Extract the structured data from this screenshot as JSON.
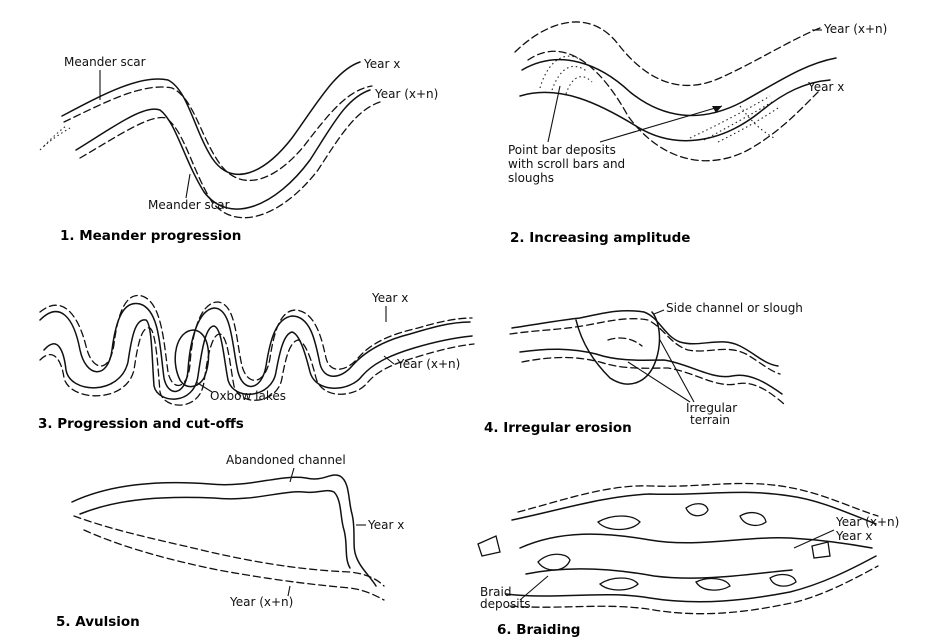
{
  "panels": [
    {
      "caption": "1. Meander progression",
      "labels": {
        "meander_scar_top": "Meander scar",
        "year_x": "Year x",
        "year_xn": "Year (x+n)",
        "meander_scar_bottom": "Meander scar"
      }
    },
    {
      "caption": "2. Increasing amplitude",
      "labels": {
        "year_xn": "Year (x+n)",
        "year_x": "Year x",
        "point_bar_1": "Point bar deposits",
        "point_bar_2": "with scroll bars and",
        "point_bar_3": "sloughs"
      }
    },
    {
      "caption": "3. Progression and cut-offs",
      "labels": {
        "year_x": "Year x",
        "year_xn": "Year (x+n)",
        "oxbow": "Oxbow lakes"
      }
    },
    {
      "caption": "4. Irregular erosion",
      "labels": {
        "side_channel": "Side channel or slough",
        "irregular_1": "Irregular",
        "irregular_2": "terrain"
      }
    },
    {
      "caption": "5. Avulsion",
      "labels": {
        "abandoned": "Abandoned channel",
        "year_x": "Year x",
        "year_xn": "Year (x+n)"
      }
    },
    {
      "caption": "6. Braiding",
      "labels": {
        "year_xn": "Year (x+n)",
        "year_x": "Year x",
        "braid_1": "Braid",
        "braid_2": "deposits"
      }
    }
  ]
}
